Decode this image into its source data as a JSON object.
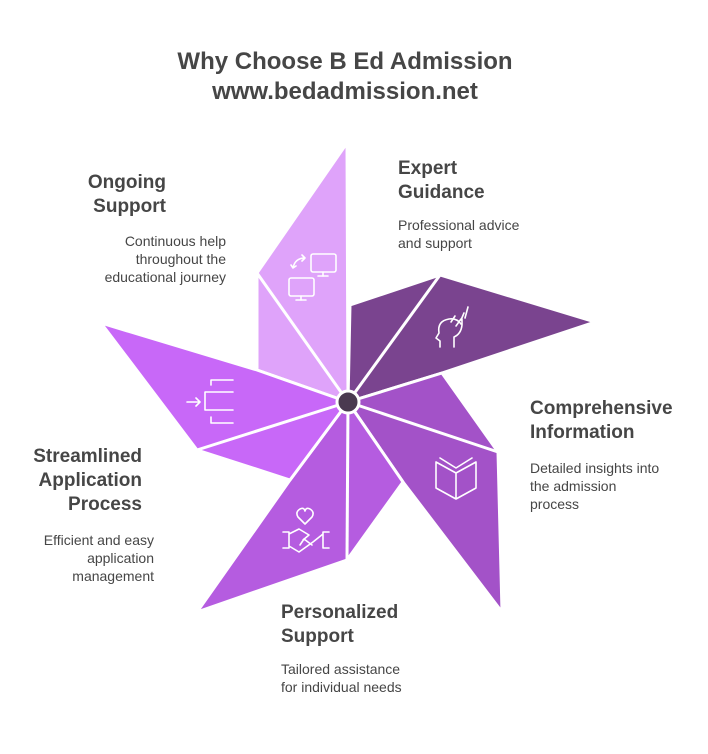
{
  "title": {
    "line1": "Why Choose B Ed Admission",
    "line2": "www.bedadmission.net"
  },
  "items": [
    {
      "label1": "Expert",
      "label2": "Guidance",
      "desc1": "Professional advice",
      "desc2": "and support",
      "desc3": "",
      "icon": "head-guidance-icon",
      "color": "#7A448F"
    },
    {
      "label1": "Comprehensive",
      "label2": "Information",
      "desc1": "Detailed insights into",
      "desc2": "the admission",
      "desc3": "process",
      "icon": "open-book-icon",
      "color": "#A352C8"
    },
    {
      "label1": "Personalized",
      "label2": "Support",
      "desc1": "Tailored assistance",
      "desc2": "for individual needs",
      "desc3": "",
      "icon": "heart-handshake-icon",
      "color": "#B55CE0"
    },
    {
      "label1": "Streamlined",
      "label2": "Application",
      "label3": "Process",
      "desc1": "Efficient and easy",
      "desc2": "application",
      "desc3": "management",
      "icon": "enter-bracket-icon",
      "color": "#C868F8"
    },
    {
      "label1": "Ongoing",
      "label2": "Support",
      "desc1": "Continuous help",
      "desc2": "throughout the",
      "desc3": "educational journey",
      "icon": "computers-sync-icon",
      "color": "#DFA3FA"
    }
  ],
  "center_color": "#4A3A50"
}
